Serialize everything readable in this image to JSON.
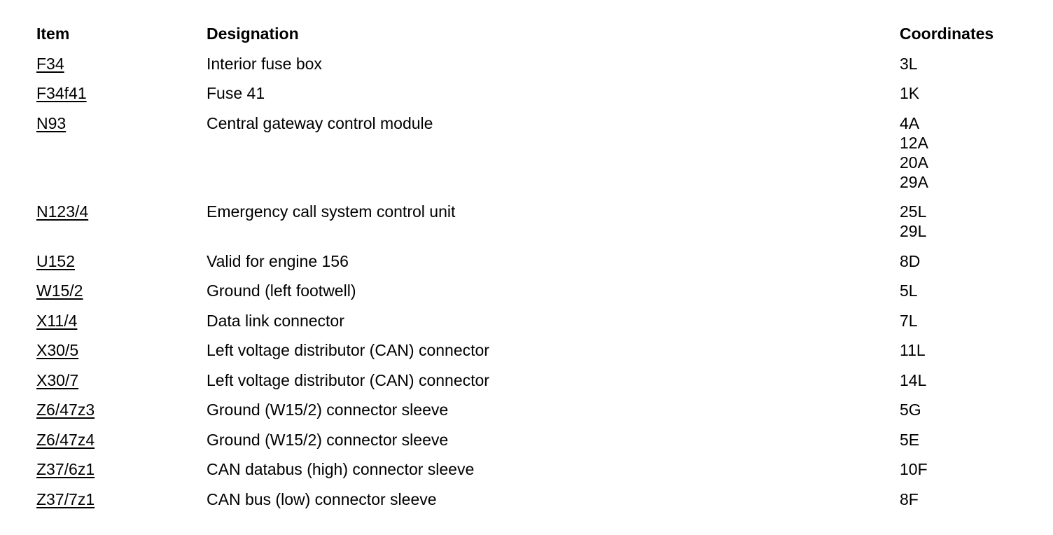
{
  "table": {
    "headers": {
      "item": "Item",
      "designation": "Designation",
      "coordinates": "Coordinates"
    },
    "rows": [
      {
        "item": "F34",
        "designation": "Interior fuse box",
        "coordinates": [
          "3L"
        ]
      },
      {
        "item": "F34f41",
        "designation": "Fuse 41",
        "coordinates": [
          "1K"
        ]
      },
      {
        "item": "N93",
        "designation": "Central gateway control module",
        "coordinates": [
          "4A",
          "12A",
          "20A",
          "29A"
        ]
      },
      {
        "item": "N123/4",
        "designation": "Emergency call system control unit",
        "coordinates": [
          "25L",
          "29L"
        ]
      },
      {
        "item": "U152",
        "designation": "Valid for engine 156",
        "coordinates": [
          "8D"
        ]
      },
      {
        "item": "W15/2",
        "designation": "Ground (left footwell)",
        "coordinates": [
          "5L"
        ]
      },
      {
        "item": "X11/4",
        "designation": "Data link connector",
        "coordinates": [
          "7L"
        ]
      },
      {
        "item": "X30/5",
        "designation": "Left voltage distributor (CAN) connector",
        "coordinates": [
          "11L"
        ]
      },
      {
        "item": "X30/7",
        "designation": "Left voltage distributor (CAN) connector",
        "coordinates": [
          "14L"
        ]
      },
      {
        "item": "Z6/47z3",
        "designation": "Ground (W15/2) connector sleeve",
        "coordinates": [
          "5G"
        ]
      },
      {
        "item": "Z6/47z4",
        "designation": "Ground (W15/2) connector sleeve",
        "coordinates": [
          "5E"
        ]
      },
      {
        "item": "Z37/6z1",
        "designation": "CAN databus (high) connector sleeve",
        "coordinates": [
          "10F"
        ]
      },
      {
        "item": "Z37/7z1",
        "designation": "CAN bus (low) connector sleeve",
        "coordinates": [
          "8F"
        ]
      }
    ]
  }
}
